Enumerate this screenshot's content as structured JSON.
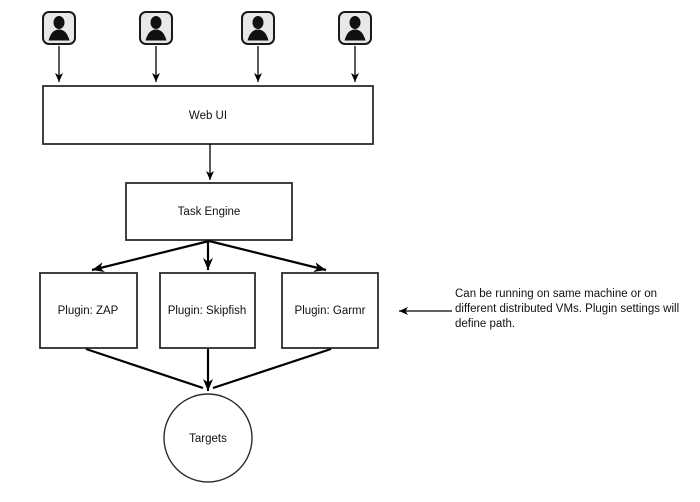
{
  "diagram": {
    "type": "flowchart",
    "users": {
      "count": 4,
      "icon": "user-icon"
    },
    "nodes": {
      "web_ui": {
        "label": "Web UI",
        "shape": "rectangle"
      },
      "task_engine": {
        "label": "Task Engine",
        "shape": "rectangle"
      },
      "plugin_zap": {
        "label": "Plugin: ZAP",
        "shape": "rectangle"
      },
      "plugin_skipfish": {
        "label": "Plugin: Skipfish",
        "shape": "rectangle"
      },
      "plugin_garmr": {
        "label": "Plugin: Garmr",
        "shape": "rectangle"
      },
      "targets": {
        "label": "Targets",
        "shape": "circle"
      }
    },
    "edges": [
      {
        "from": "user-1",
        "to": "web_ui"
      },
      {
        "from": "user-2",
        "to": "web_ui"
      },
      {
        "from": "user-3",
        "to": "web_ui"
      },
      {
        "from": "user-4",
        "to": "web_ui"
      },
      {
        "from": "web_ui",
        "to": "task_engine"
      },
      {
        "from": "task_engine",
        "to": "plugin_zap"
      },
      {
        "from": "task_engine",
        "to": "plugin_skipfish"
      },
      {
        "from": "task_engine",
        "to": "plugin_garmr"
      },
      {
        "from": "plugin_zap",
        "to": "targets"
      },
      {
        "from": "plugin_skipfish",
        "to": "targets"
      },
      {
        "from": "plugin_garmr",
        "to": "targets"
      }
    ],
    "annotation": {
      "points_to": "plugin_garmr",
      "line1": "Can be running on same machine or on",
      "line2": "different distributed VMs. Plugin settings will",
      "line3": "define path."
    },
    "colors": {
      "background": "#ffffff",
      "box_fill": "#ffffff",
      "box_border": "#2b2b2b",
      "icon_fill": "#e8e8e8",
      "icon_border": "#1a1a1a",
      "icon_glyph": "#111111",
      "line": "#000000",
      "text": "#111111"
    }
  }
}
